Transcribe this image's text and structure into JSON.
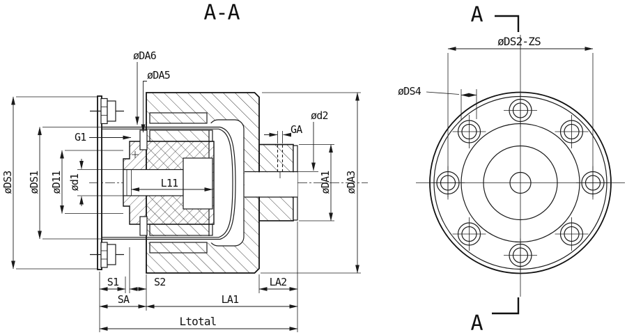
{
  "drawing": {
    "section_title": "A-A",
    "section_labels": {
      "da6": "øDA6",
      "da5": "øDA5",
      "g1": "G1",
      "ga": "GA",
      "d2": "ød2",
      "ds3": "øDS3",
      "ds1": "øDS1",
      "d11": "øD11",
      "d1": "ød1",
      "da1": "øDA1",
      "da3": "øDA3",
      "l11": "L11",
      "s1": "S1",
      "s2": "S2",
      "sa": "SA",
      "la1": "LA1",
      "la2": "LA2",
      "ltotal": "Ltotal"
    },
    "front_labels": {
      "marker_top": "A",
      "marker_bottom": "A",
      "bolt_circle": "øDS2-ZS",
      "bolt_hole": "øDS4"
    },
    "front_view": {
      "bolt_hole_count": 8
    },
    "colors": {
      "line": "#1a1a1a",
      "background": "#ffffff"
    }
  }
}
